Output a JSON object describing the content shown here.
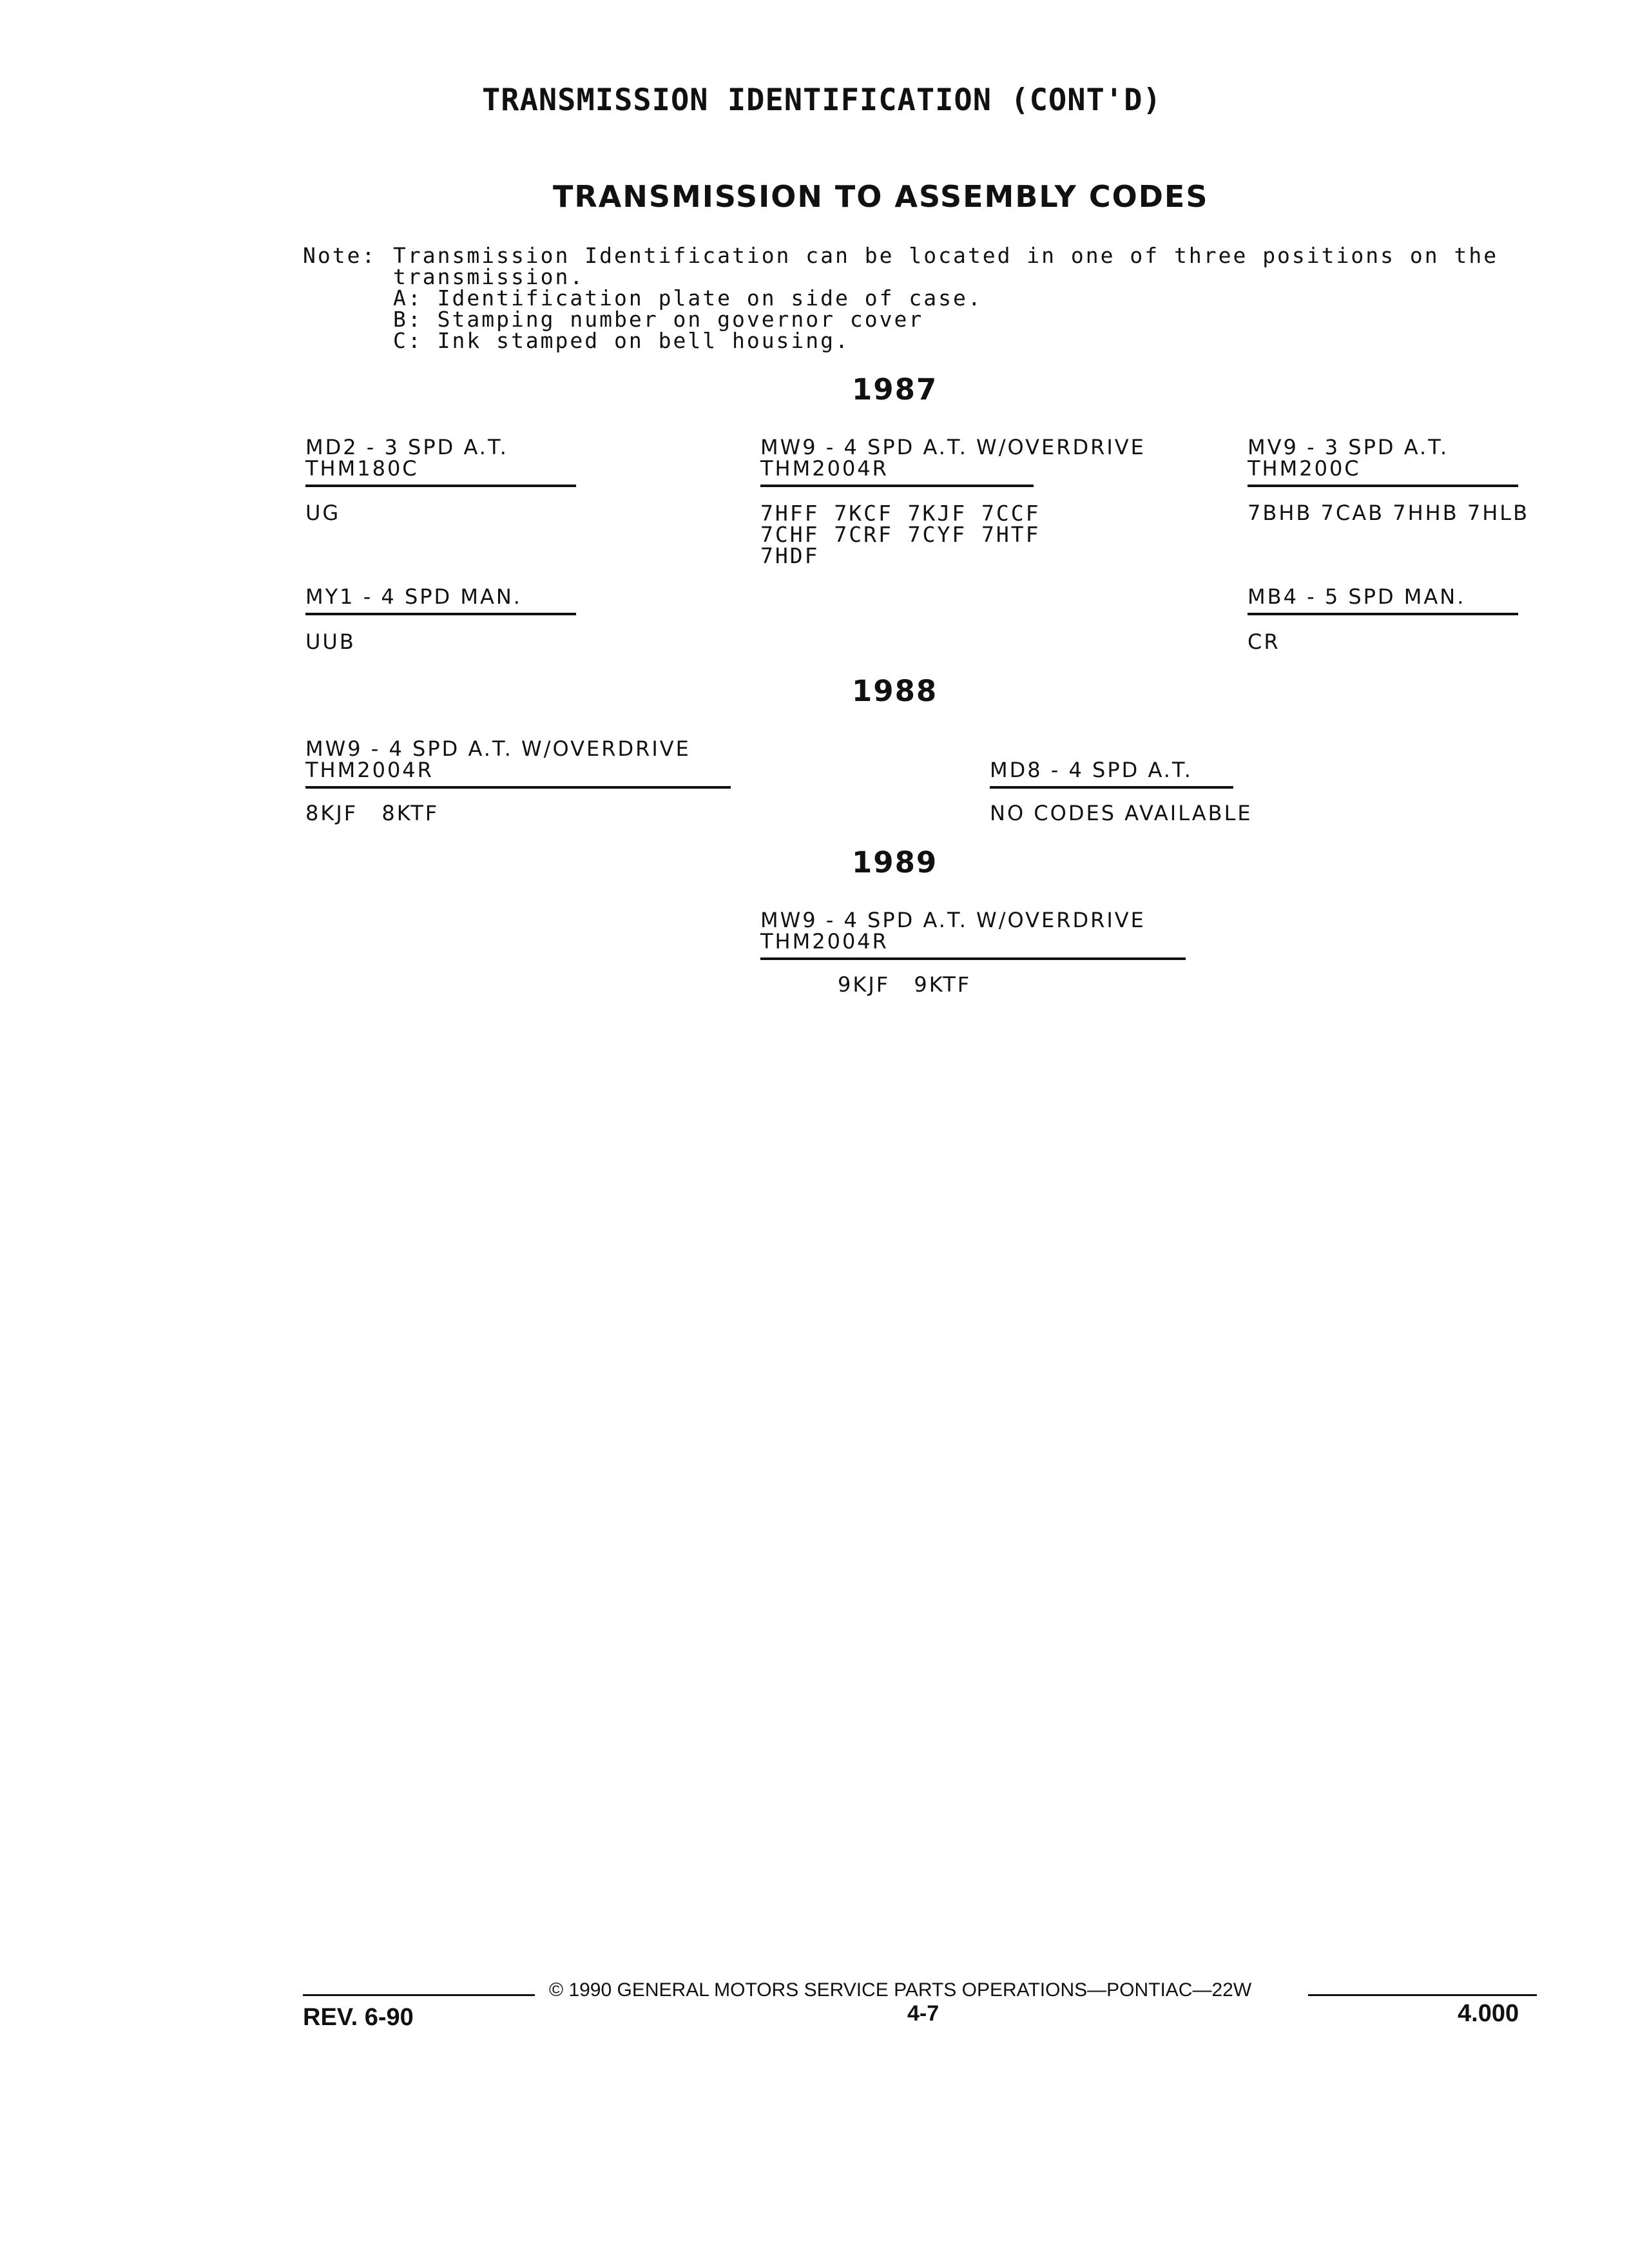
{
  "header": {
    "title": "TRANSMISSION IDENTIFICATION (CONT'D)",
    "subtitle": "TRANSMISSION TO ASSEMBLY CODES"
  },
  "note": {
    "label": "Note:",
    "line1": "Transmission Identification can be located in one of three positions on the",
    "line2": "transmission.",
    "line3": "A: Identification plate on side of case.",
    "line4": "B: Stamping number on governor cover",
    "line5": "C: Ink stamped on bell housing."
  },
  "y1987": {
    "year": "1987",
    "md2": {
      "line1": "MD2 - 3 SPD A.T.",
      "line2": "THM180C",
      "codes": "UG"
    },
    "mw9": {
      "line1": "MW9 - 4 SPD A.T. W/OVERDRIVE",
      "line2": "THM2004R",
      "codes1": "7HFF 7KCF 7KJF 7CCF",
      "codes2": "7CHF 7CRF 7CYF 7HTF",
      "codes3": "7HDF"
    },
    "mv9": {
      "line1": "MV9 - 3 SPD A.T.",
      "line2": "THM200C",
      "codes": "7BHB 7CAB 7HHB 7HLB"
    },
    "my1": {
      "line1": "MY1 - 4 SPD MAN.",
      "codes": "UUB"
    },
    "mb4": {
      "line1": "MB4 - 5 SPD MAN.",
      "codes": "CR"
    }
  },
  "y1988": {
    "year": "1988",
    "mw9": {
      "line1": "MW9 - 4 SPD A.T. W/OVERDRIVE",
      "line2": "THM2004R",
      "codes": "8KJF 8KTF"
    },
    "md8": {
      "line1": "MD8 - 4 SPD A.T.",
      "codes": "NO CODES AVAILABLE"
    }
  },
  "y1989": {
    "year": "1989",
    "mw9": {
      "line1": "MW9 - 4 SPD A.T. W/OVERDRIVE",
      "line2": "THM2004R",
      "codes": "9KJF 9KTF"
    }
  },
  "footer": {
    "copyright": "© 1990 GENERAL MOTORS SERVICE PARTS OPERATIONS—PONTIAC—22W",
    "rev": "REV. 6-90",
    "page": "4-7",
    "section": "4.000"
  }
}
